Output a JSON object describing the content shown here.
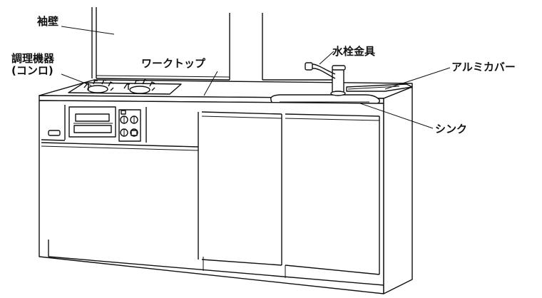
{
  "labels": {
    "sodekabe": "袖壁",
    "chouri_kiki_line1": "調理機器",
    "chouri_kiki_line2": "(コンロ)",
    "worktop": "ワークトップ",
    "suisen_kanagu": "水栓金具",
    "aluminum_cover": "アルミカバー",
    "sink": "シンク"
  }
}
